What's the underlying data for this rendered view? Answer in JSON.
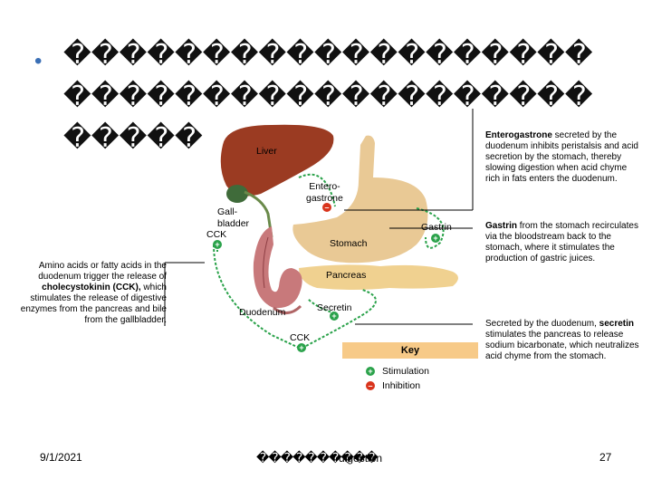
{
  "slide": {
    "title_line1": "�������������������",
    "title_line2": "�������������������",
    "title_line3": "�����"
  },
  "diagram": {
    "labels": {
      "liver": "Liver",
      "entero": "Entero-\ngastrone",
      "gallbladder": "Gall-\nbladder",
      "cck_top": "CCK",
      "stomach": "Stomach",
      "gastrin": "Gastrin",
      "pancreas": "Pancreas",
      "duodenum": "Duodenum",
      "secretin": "Secretin",
      "cck_bottom": "CCK"
    },
    "key": {
      "title": "Key",
      "stimulation": "Stimulation",
      "inhibition": "Inhibition"
    },
    "notes": {
      "enterogastrone_bold": "Enterogastrone",
      "enterogastrone_rest": " secreted by the duodenum inhibits peristalsis and acid secretion by the stomach, thereby slowing digestion when acid chyme rich in fats enters the duodenum.",
      "gastrin_bold": "Gastrin",
      "gastrin_rest": " from the stomach recirculates via the bloodstream back to the stomach, where it stimulates the production of gastric juices.",
      "secretin_pre": "Secreted by the duodenum, ",
      "secretin_bold": "secretin",
      "secretin_rest": " stimulates the pancreas to release sodium bicarbonate, which neutralizes acid chyme from the stomach.",
      "cck_pre": "Amino acids or fatty acids in the duodenum trigger the release of ",
      "cck_bold": "cholecystokinin (CCK),",
      "cck_rest": " which stimulates the release of digestive enzymes from the pancreas and bile from the gallbladder."
    },
    "colors": {
      "stimulation": "#2aa24a",
      "inhibition": "#d9341c",
      "key_bg": "#f7ca88",
      "liver": "#9b3b22",
      "stomach": "#e9c995",
      "pancreas": "#f0d190",
      "gallbladder": "#3f6b3a",
      "duodenum": "#c8797b"
    }
  },
  "footer": {
    "date": "9/1/2021",
    "center_glyphs": "����������",
    "center_word": "digestion",
    "page": "27"
  }
}
